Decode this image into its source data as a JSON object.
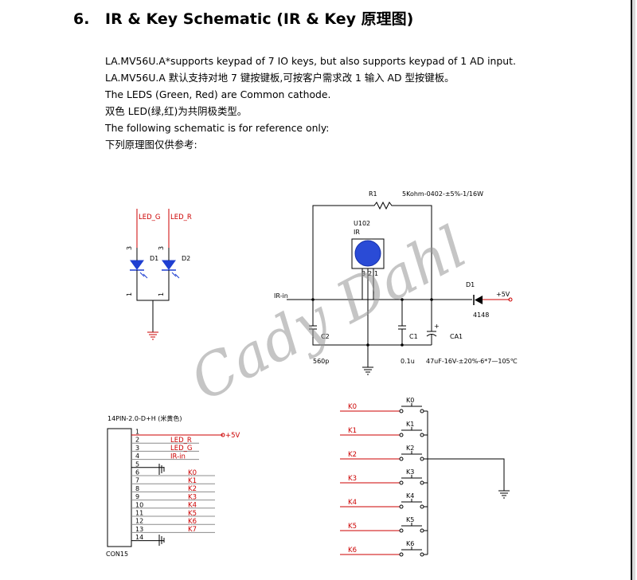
{
  "heading": {
    "number": "6.",
    "title": "IR & Key Schematic (IR & Key  原理图)"
  },
  "paragraphs": [
    "LA.MV56U.A*supports keypad of 7 IO keys, but also supports keypad of 1 AD input.",
    "LA.MV56U.A 默认支持对地 7 键按键板,可按客户需求改 1 输入 AD 型按键板。",
    "The LEDS (Green, Red) are Common cathode.",
    "双色 LED(绿,红)为共阴极类型。",
    "The following schematic is for reference only:",
    "下列原理图仅供参考:"
  ],
  "watermark": "Cady Dahl",
  "schematic": {
    "leds": {
      "net_green": "LED_G",
      "net_red": "LED_R",
      "d1": "D1",
      "d2": "D2",
      "pin3": "3",
      "pin1": "1"
    },
    "ir": {
      "r1_ref": "R1",
      "r1_value": "5Kohm-0402-±5%-1/16W",
      "u_ref": "U102",
      "u_type": "IR",
      "net_irin": "IR-in",
      "c2_ref": "C2",
      "c2_value": "560p",
      "c1_ref": "C1",
      "c1_value": "0.1u",
      "ca1_ref": "CA1",
      "ca1_value": "47uF-16V-±20%-6*7—105℃",
      "d1_ref": "D1",
      "d1_value": "4148",
      "supply": "+5V",
      "pin_labels": [
        "3",
        "2",
        "1"
      ]
    },
    "connector": {
      "part": "14PIN-2.0-D+H (米黄色)",
      "ref": "CON15",
      "supply": "+5V",
      "pins": [
        {
          "num": "1",
          "net": ""
        },
        {
          "num": "2",
          "net": "LED_R"
        },
        {
          "num": "3",
          "net": "LED_G"
        },
        {
          "num": "4",
          "net": "IR-in"
        },
        {
          "num": "5",
          "net": ""
        },
        {
          "num": "6",
          "net": "K0"
        },
        {
          "num": "7",
          "net": "K1"
        },
        {
          "num": "8",
          "net": "K2"
        },
        {
          "num": "9",
          "net": "K3"
        },
        {
          "num": "10",
          "net": "K4"
        },
        {
          "num": "11",
          "net": "K5"
        },
        {
          "num": "12",
          "net": "K6"
        },
        {
          "num": "13",
          "net": "K7"
        },
        {
          "num": "14",
          "net": ""
        }
      ]
    },
    "keys": [
      {
        "net": "K0",
        "switch": "K0"
      },
      {
        "net": "K1",
        "switch": "K1"
      },
      {
        "net": "K2",
        "switch": "K2"
      },
      {
        "net": "K3",
        "switch": "K3"
      },
      {
        "net": "K4",
        "switch": "K4"
      },
      {
        "net": "K5",
        "switch": "K5"
      },
      {
        "net": "K6",
        "switch": "K6"
      }
    ]
  },
  "colors": {
    "net_red": "#cc0000",
    "wire": "#000000",
    "led_blue": "#1f3fd1",
    "watermark": "#969696"
  }
}
